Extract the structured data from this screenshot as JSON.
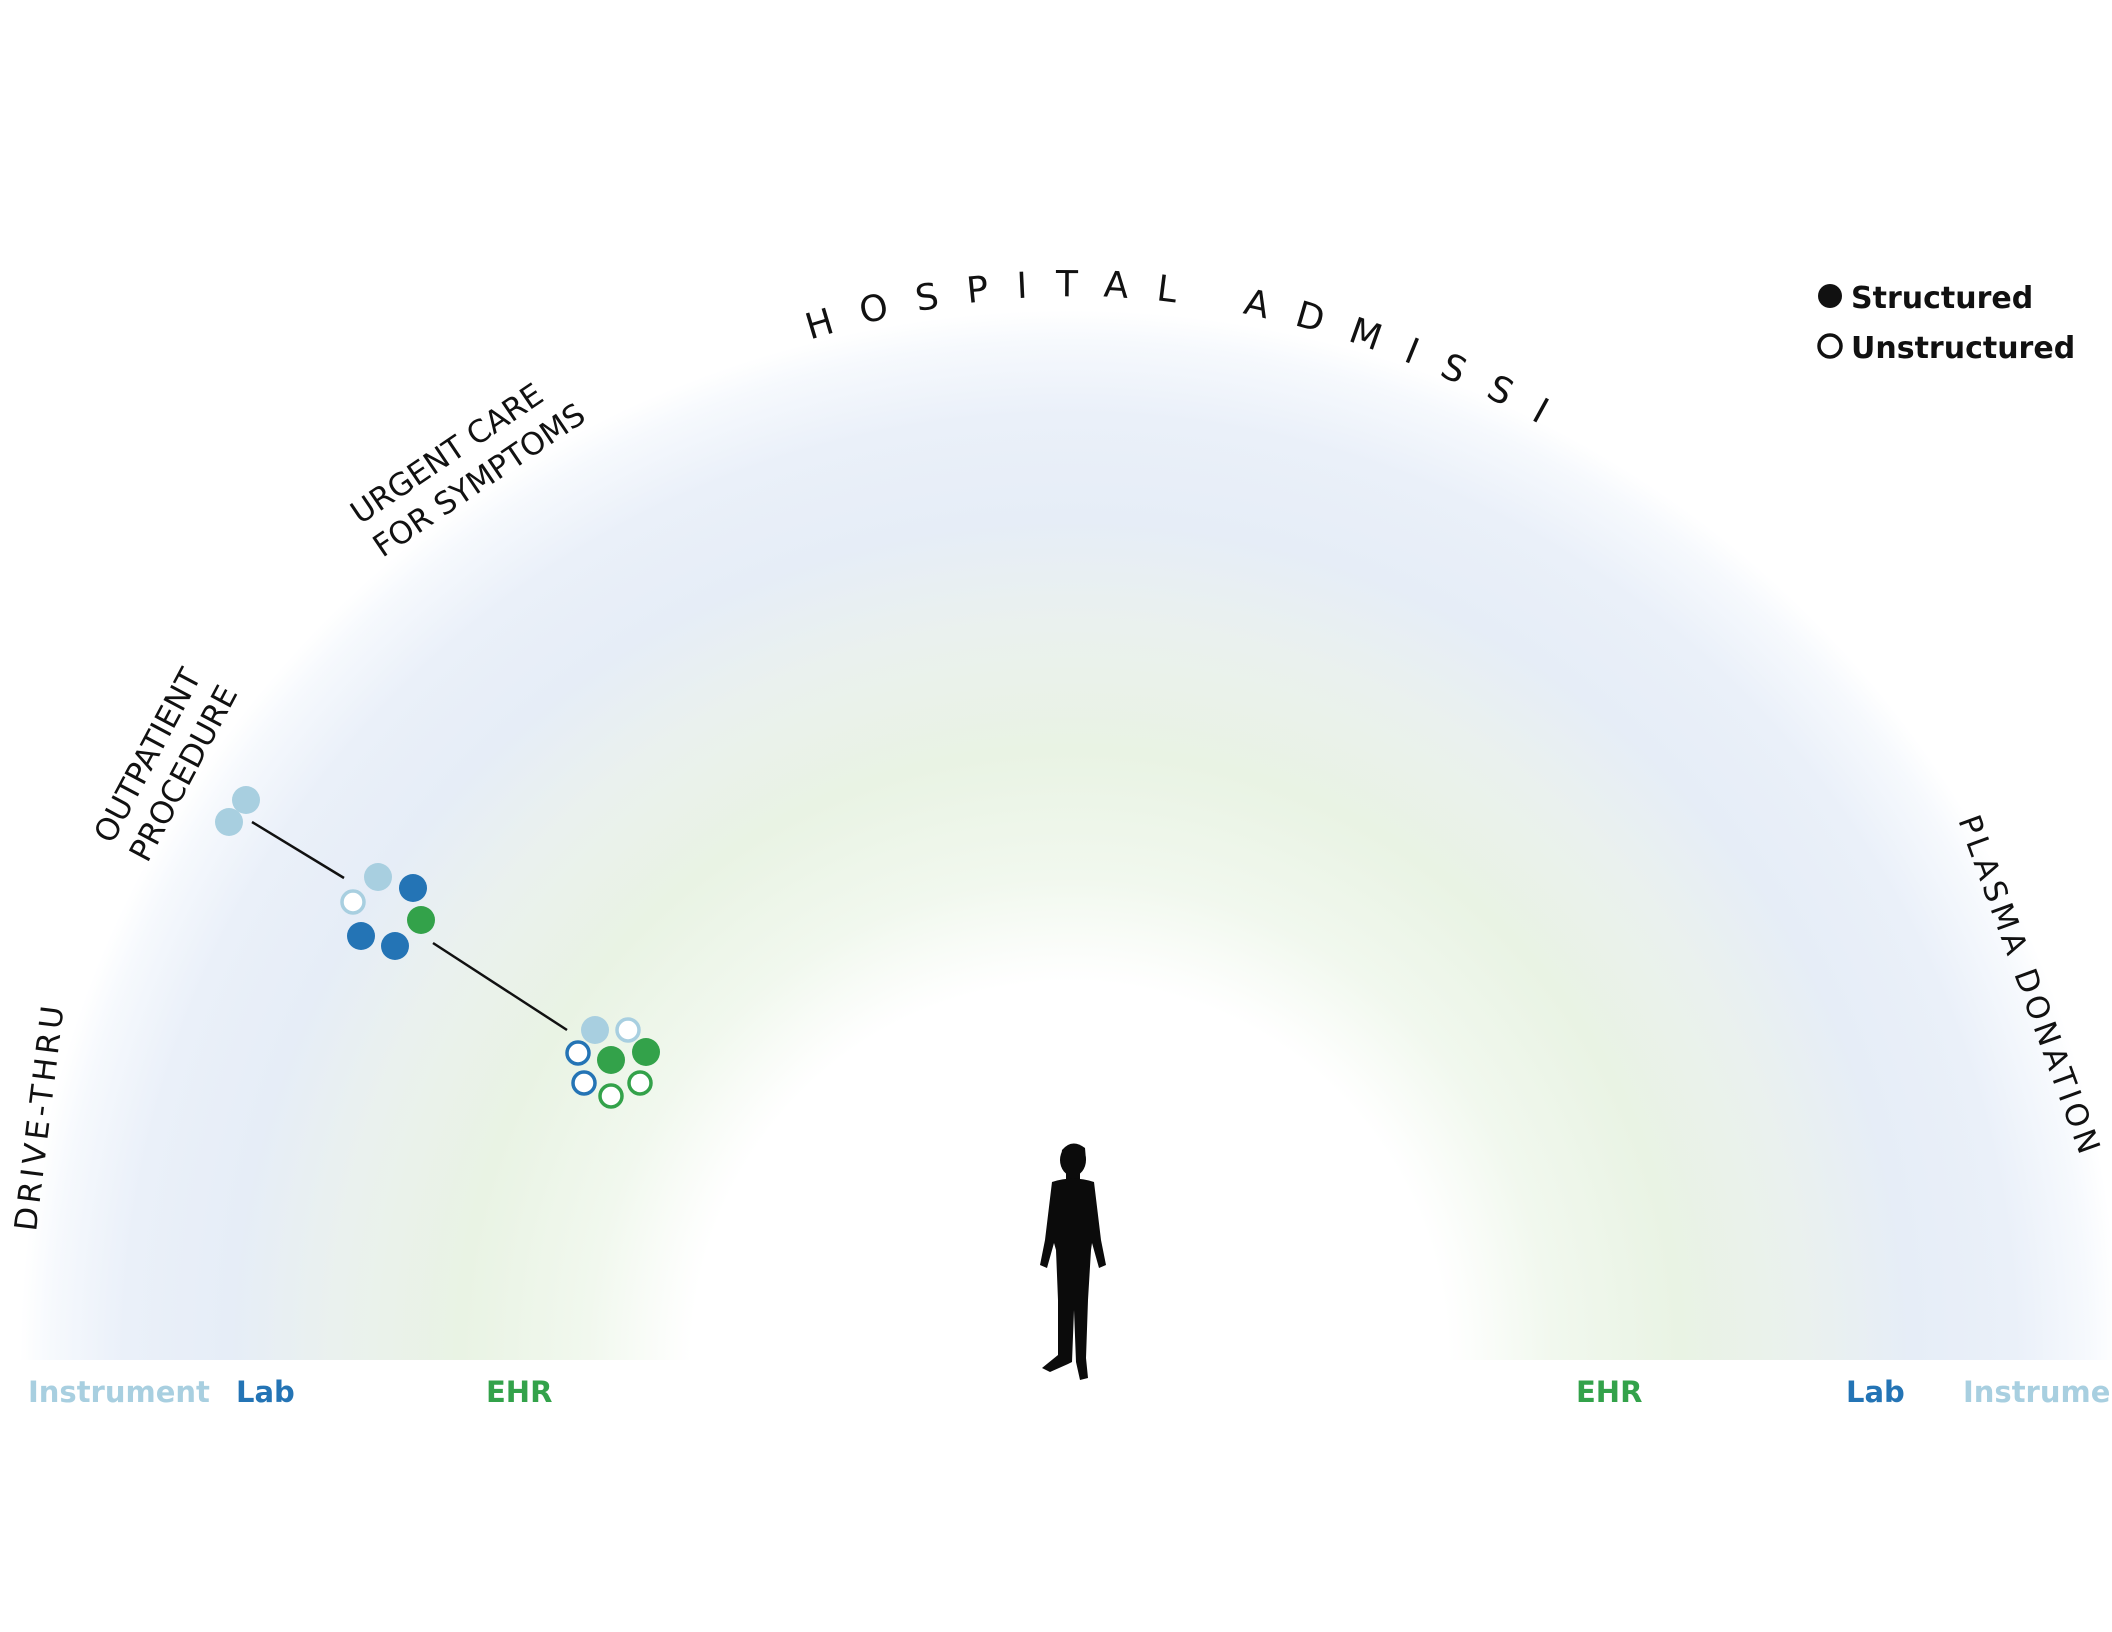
{
  "colors": {
    "instrument": "#a8cfe0",
    "lab": "#2474b5",
    "ehr": "#33a24a",
    "text": "#111111",
    "band_blue": "#e7eef8",
    "band_green": "#eaf4e4"
  },
  "settings": {
    "hospital_admission": "HOSPITAL ADMISSION",
    "urgent_care_line1": "URGENT CARE",
    "urgent_care_line2": "FOR SYMPTOMS",
    "outpatient_line1": "OUTPATIENT",
    "outpatient_line2": "PROCEDURE",
    "drive_thru": "DRIVE-THRU",
    "plasma_donation": "PLASMA DONATION"
  },
  "legend": {
    "structured": "Structured",
    "unstructured": "Unstructured"
  },
  "band_labels": {
    "left": [
      "Instrument",
      "Lab",
      "EHR"
    ],
    "right": [
      "EHR",
      "Lab",
      "Instrument"
    ]
  },
  "person": {
    "icon": "person-silhouette-icon"
  },
  "clusters": [
    {
      "name": "cluster-1",
      "points": [
        {
          "source": "instrument",
          "kind": "structured"
        },
        {
          "source": "instrument",
          "kind": "structured"
        }
      ]
    },
    {
      "name": "cluster-2",
      "points": [
        {
          "source": "instrument",
          "kind": "structured"
        },
        {
          "source": "instrument",
          "kind": "unstructured"
        },
        {
          "source": "lab",
          "kind": "structured"
        },
        {
          "source": "ehr",
          "kind": "structured"
        },
        {
          "source": "lab",
          "kind": "structured"
        },
        {
          "source": "lab",
          "kind": "structured"
        }
      ]
    },
    {
      "name": "cluster-3",
      "points": [
        {
          "source": "instrument",
          "kind": "structured"
        },
        {
          "source": "instrument",
          "kind": "unstructured"
        },
        {
          "source": "lab",
          "kind": "unstructured"
        },
        {
          "source": "ehr",
          "kind": "structured"
        },
        {
          "source": "ehr",
          "kind": "structured"
        },
        {
          "source": "lab",
          "kind": "unstructured"
        },
        {
          "source": "ehr",
          "kind": "unstructured"
        },
        {
          "source": "ehr",
          "kind": "unstructured"
        }
      ]
    }
  ]
}
